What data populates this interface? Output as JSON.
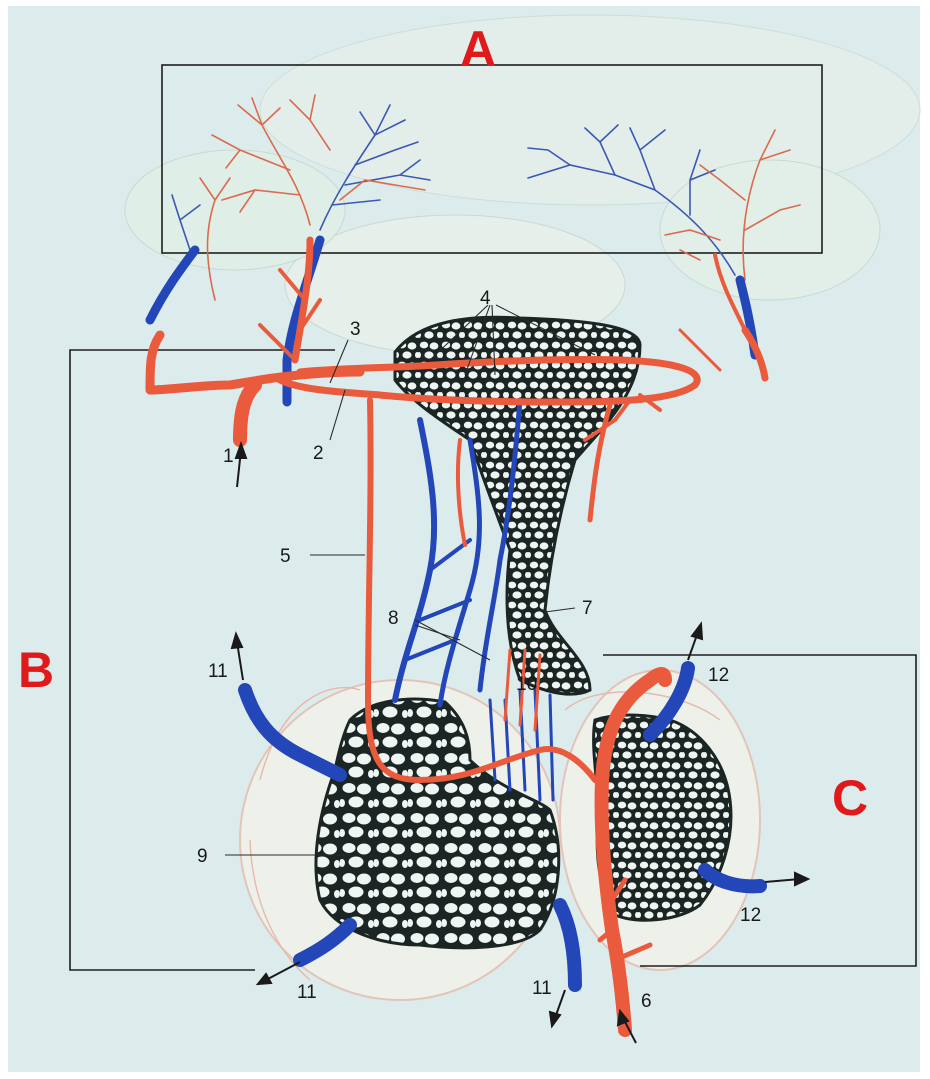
{
  "regions": {
    "a": "A",
    "b": "B",
    "c": "C"
  },
  "labels": {
    "l1": "1",
    "l2": "2",
    "l3": "3",
    "l4": "4",
    "l5": "5",
    "l6": "6",
    "l7": "7",
    "l8": "8",
    "l9": "9",
    "l10": "10",
    "l11a": "11",
    "l11b": "11",
    "l11c": "11",
    "l12a": "12",
    "l12b": "12"
  },
  "colors": {
    "background": "#dcecec",
    "artery": "#ea5a3c",
    "vein": "#2346b8",
    "capillary_network": "#1b2624",
    "region_letters": "#e01a1a"
  }
}
